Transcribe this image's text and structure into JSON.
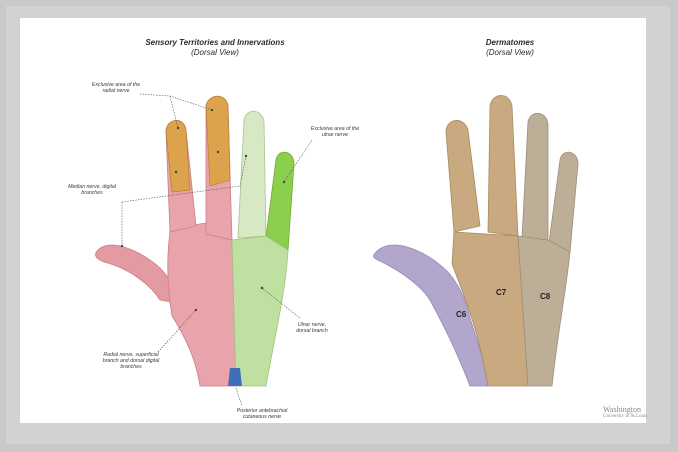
{
  "left_panel": {
    "title": "Sensory Territories and Innervations",
    "subtitle": "(Dorsal View)",
    "labels": {
      "radial_exclusive": "Exclusive area of the radial nerve",
      "ulnar_exclusive": "Exclusive area of the ulnar nerve",
      "median_digital": "Median nerve, digital branches",
      "ulnar_dorsal": "Ulnar nerve, dorsal branch",
      "radial_superficial": "Radial nerve, superficial branch and dorsal digital branches",
      "posterior_antebrachial": "Posterior antebrachial cutaneous nerve"
    }
  },
  "right_panel": {
    "title": "Dermatomes",
    "subtitle": "(Dorsal View)",
    "regions": {
      "c6": "C6",
      "c7": "C7",
      "c8": "C8"
    }
  },
  "logo": {
    "line1": "Washington",
    "line2": "University in St.Louis"
  },
  "colors": {
    "radial": "#e8a4aa",
    "median": "#dca34c",
    "ulnar": "#bfe0a1",
    "ulnar_exclusive": "#8ccf4c",
    "posterior": "#3f6fb8",
    "skin_c6": "#b3a6cc",
    "skin_c7": "#c9a97f",
    "skin_c8": "#bdae97"
  }
}
